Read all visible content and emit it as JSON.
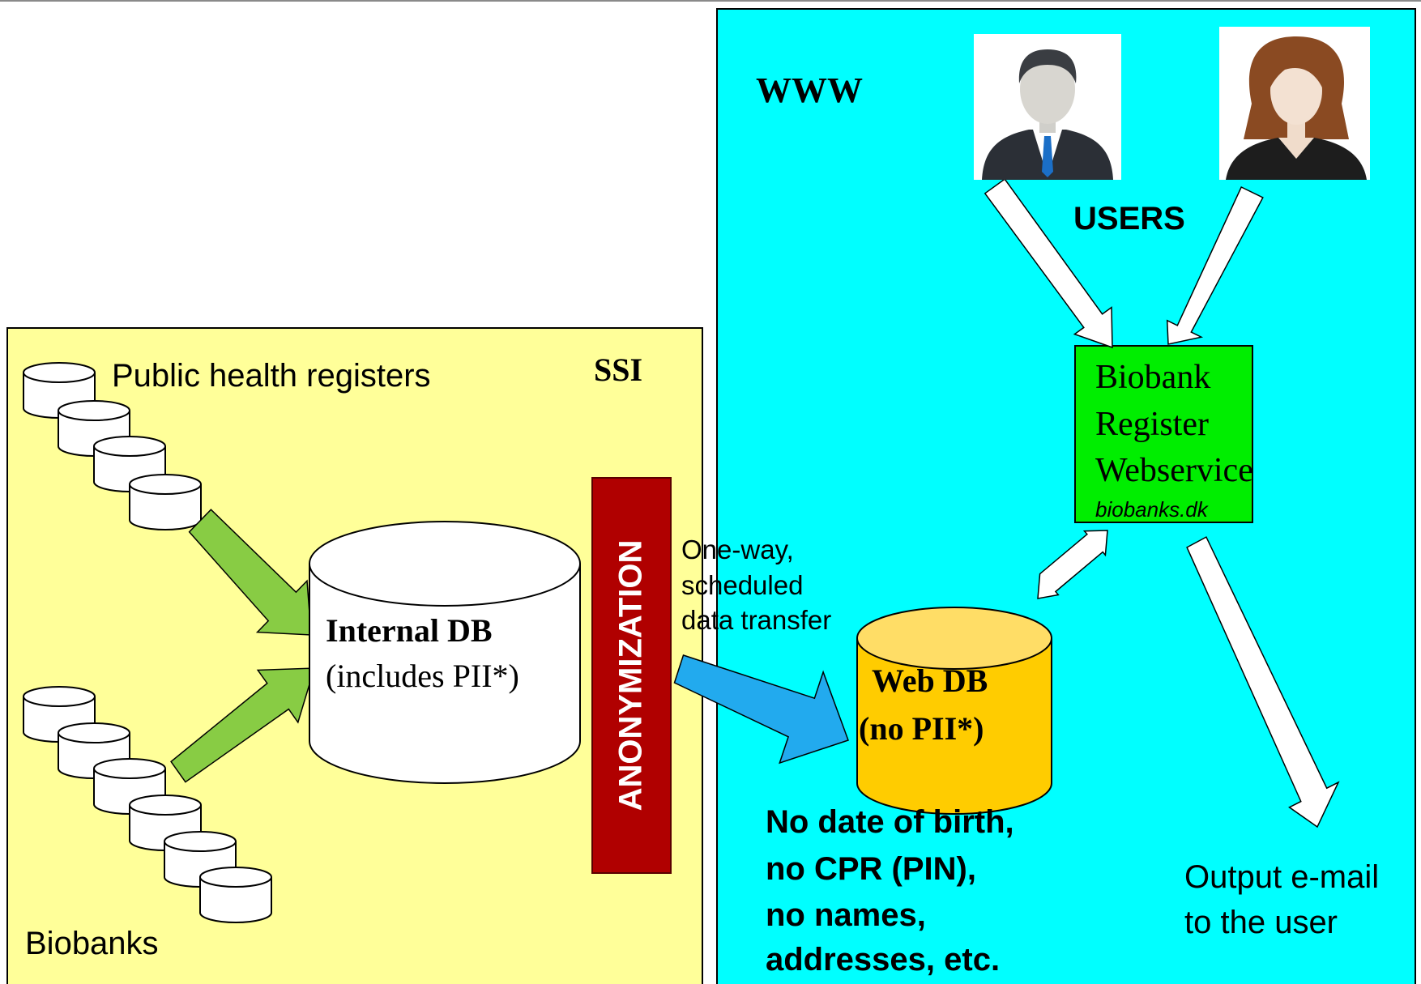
{
  "colors": {
    "www_bg": "#00FFFF",
    "ssi_bg": "#FFFF99",
    "webservice_box": "#00EE00",
    "anonymization_bar": "#B00000",
    "web_db": "#FFCC00",
    "transfer_arrow": "#22AAEE",
    "feed_arrows": "#88CC44"
  },
  "www_label": "WWW",
  "ssi_label": "SSI",
  "users_label": "USERS",
  "public_health_registers_label": "Public health registers",
  "biobanks_label": "Biobanks",
  "internal_db": {
    "title": "Internal DB",
    "subtitle": "(includes PII*)"
  },
  "anonymization_label": "ANONYMIZATION",
  "transfer_note": [
    "One-way,",
    "scheduled",
    "data transfer"
  ],
  "web_db": {
    "title": "Web DB",
    "subtitle": "(no PII*)"
  },
  "webservice": {
    "lines": [
      "Biobank",
      "Register",
      "Webservice"
    ],
    "url": "biobanks.dk"
  },
  "no_pii_notes": [
    "No date of birth,",
    "no CPR (PIN),",
    "no names,",
    "addresses, etc."
  ],
  "output_note": [
    "Output e-mail",
    "to the user"
  ],
  "icons": [
    "male-user-icon",
    "female-user-icon",
    "database-icon"
  ]
}
